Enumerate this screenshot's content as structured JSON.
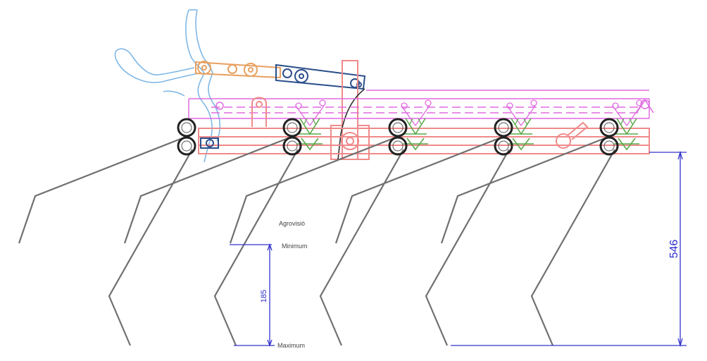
{
  "labels": {
    "agrovisio": "Agrovisió",
    "minimum": "Minimum",
    "maximum": "Maximum",
    "small_dim": "185",
    "large_dim": "546"
  },
  "colors": {
    "tine": "#707070",
    "spring": "#222222",
    "frame_red": "#f08a8a",
    "frame_pink": "#e06ae0",
    "green_clamp": "#5aa84a",
    "orange_link": "#e8a060",
    "blue_lever": "#7fb8e6",
    "dark_blue": "#2a4e8a",
    "dimension": "#3333cc"
  },
  "icons": {
    "spring_coil": "double-coil-spring-icon",
    "clamp": "leaf-clamp-icon",
    "handle": "hand-lever-icon"
  }
}
